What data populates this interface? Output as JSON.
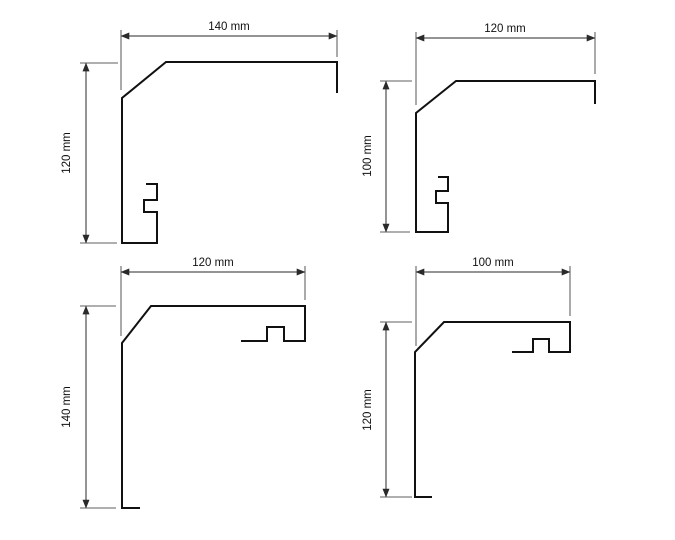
{
  "page": {
    "background_color": "#ffffff",
    "profile_line_color": "#111111",
    "dimension_line_color": "#2a2a2a",
    "description": "Four aluminium sill / corner profile cross-section drawings with width and height dimensions"
  },
  "diagrams": [
    {
      "id": "top-left",
      "width_label": "140 mm",
      "height_label": "120 mm"
    },
    {
      "id": "top-right",
      "width_label": "120 mm",
      "height_label": "100 mm"
    },
    {
      "id": "bottom-left",
      "width_label": "120 mm",
      "height_label": "140 mm"
    },
    {
      "id": "bottom-right",
      "width_label": "100 mm",
      "height_label": "120 mm"
    }
  ]
}
